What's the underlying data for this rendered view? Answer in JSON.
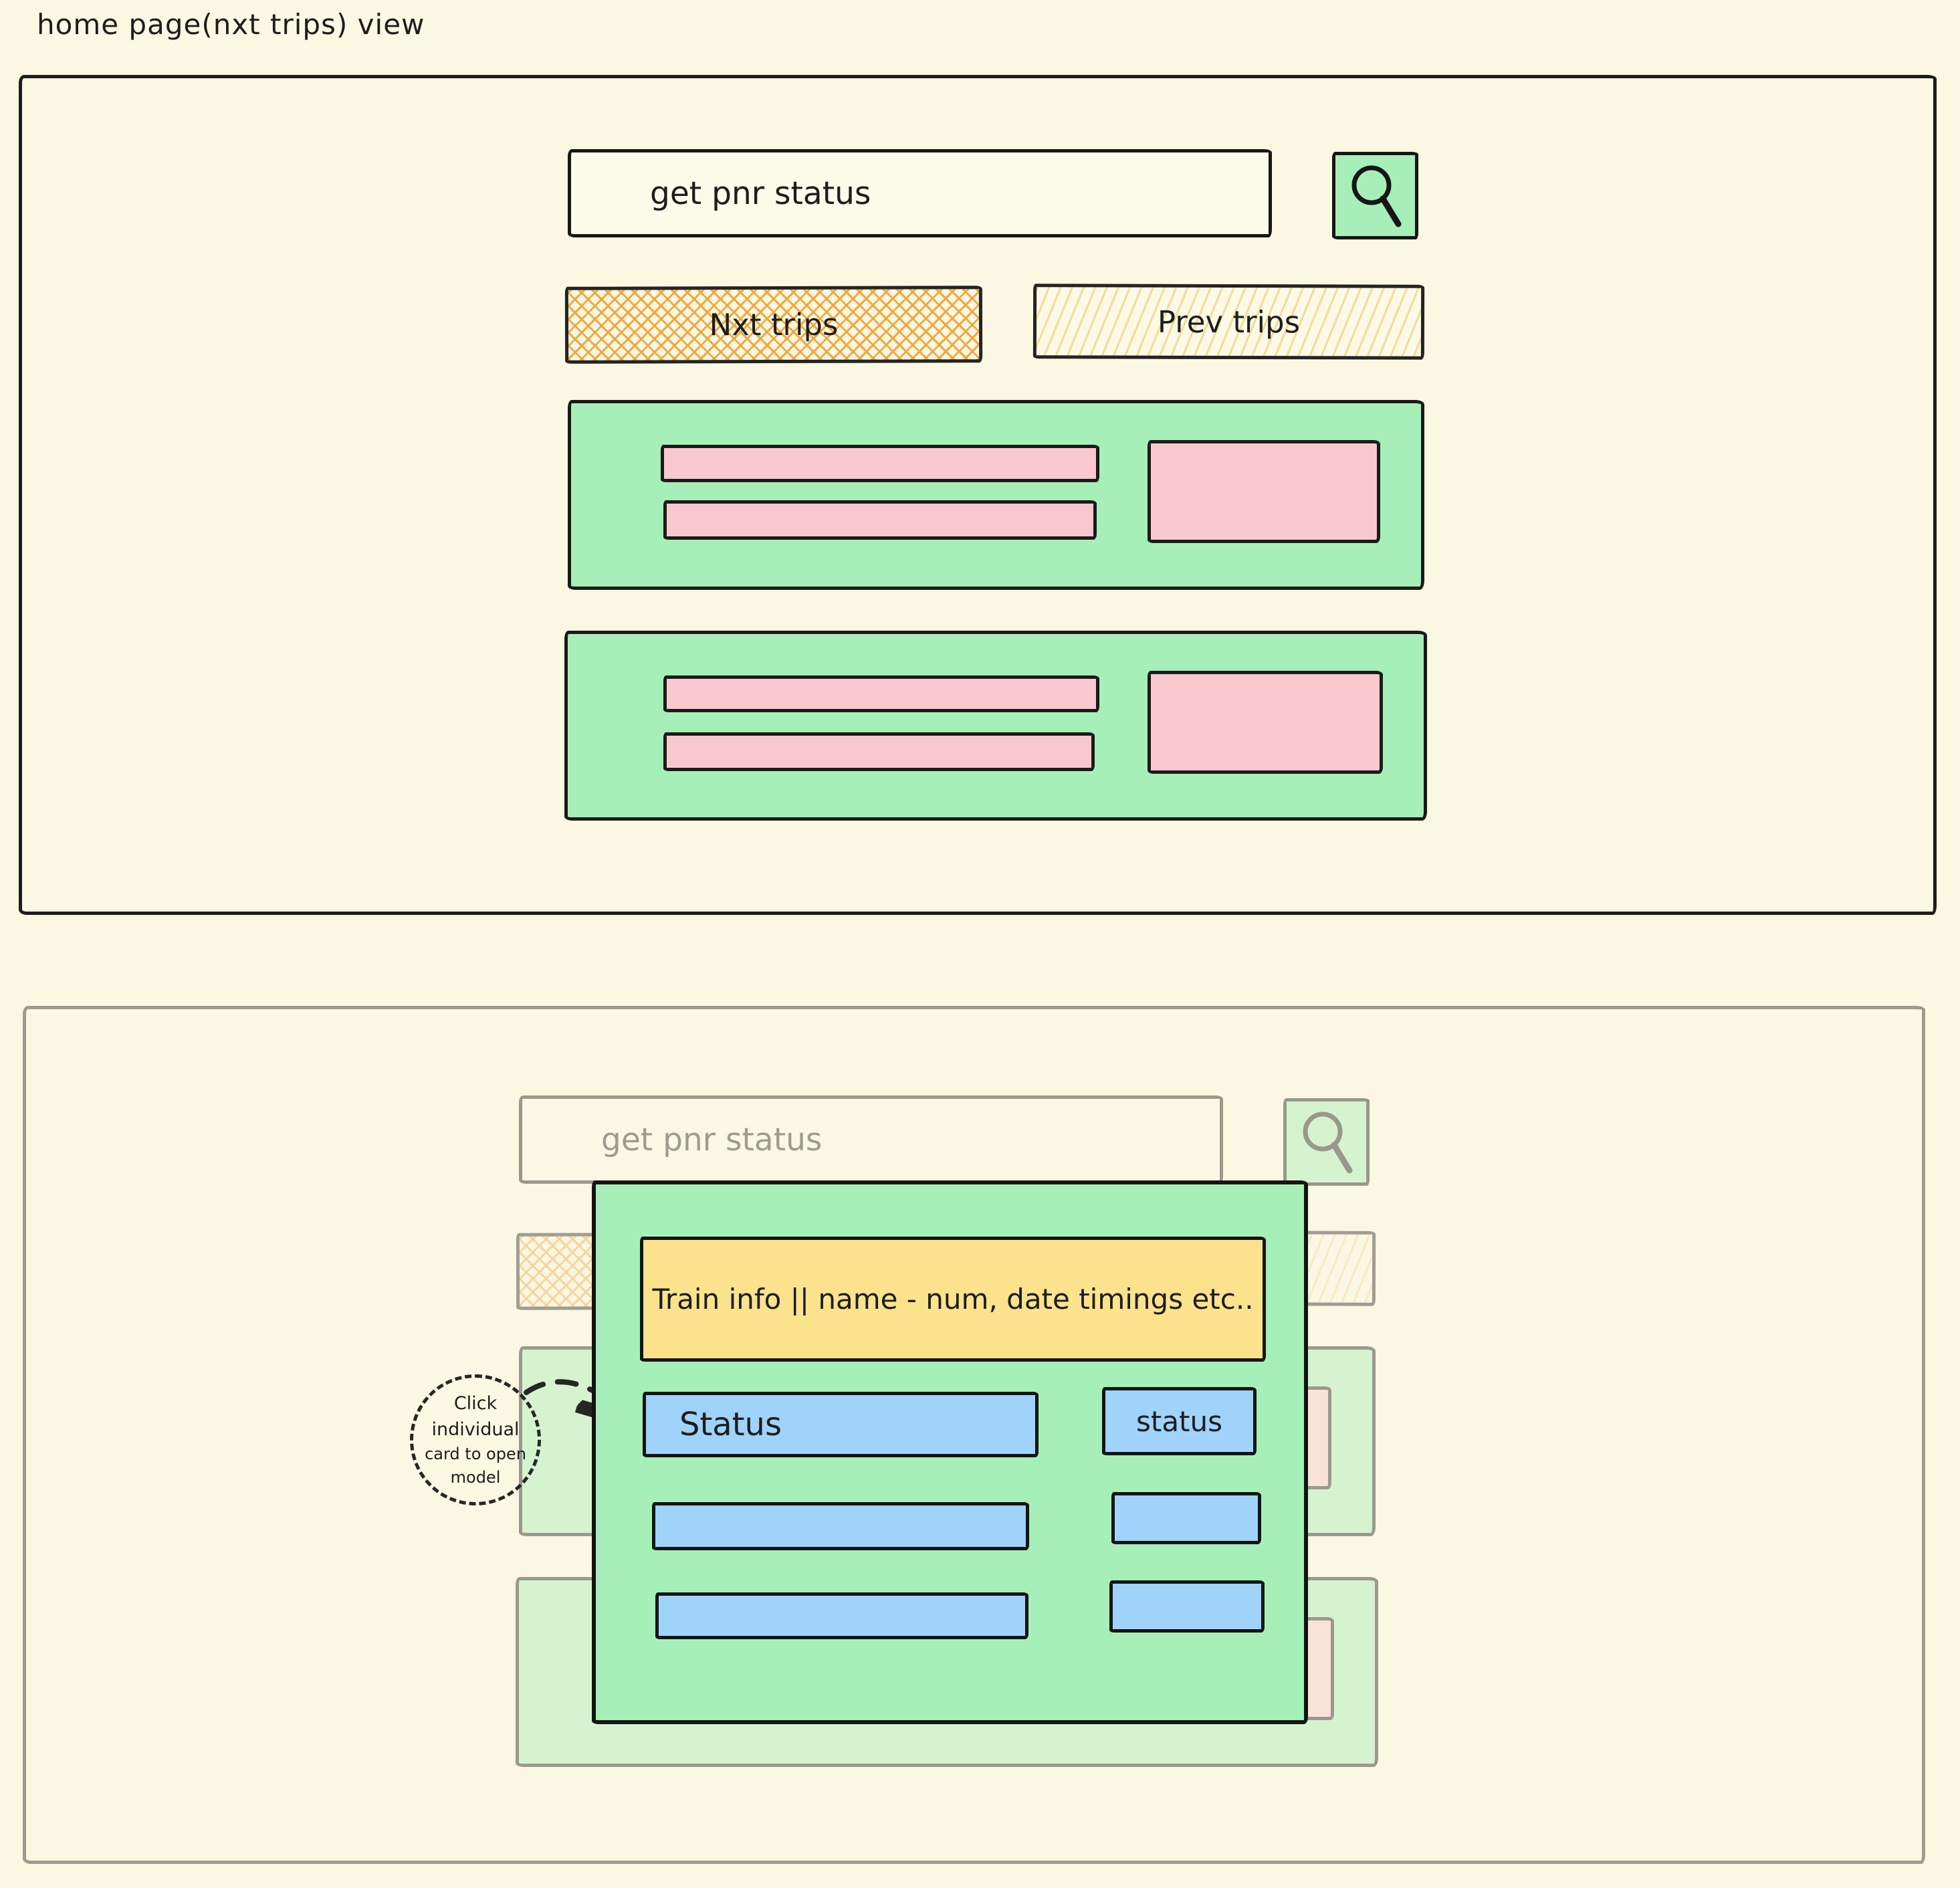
{
  "page": {
    "title": "home page(nxt trips) view"
  },
  "colors": {
    "background": "#FAF7E2",
    "ink": "#1D1D1D",
    "card_green": "#A7EFB8",
    "placeholder_pink": "#F9C8CE",
    "status_blue": "#9FD3F9",
    "header_yellow": "#FBE28C",
    "active_tab_hatch_orange": "#ECA63C",
    "inactive_tab_hatch_yellow": "#F2D98C"
  },
  "home_view": {
    "search": {
      "value": "get pnr status",
      "button_icon": "magnifier-icon"
    },
    "tabs": [
      {
        "label": "Nxt trips",
        "active": true
      },
      {
        "label": "Prev trips",
        "active": false
      }
    ],
    "trip_cards": [
      {
        "placeholder_lines": 2,
        "has_side_box": true
      },
      {
        "placeholder_lines": 2,
        "has_side_box": true
      }
    ]
  },
  "modal_view": {
    "search": {
      "value": "get pnr status"
    },
    "annotation": {
      "line1": "Click individual",
      "line2": "card to open model"
    },
    "modal": {
      "header": "Train info || name - num, date timings etc..",
      "rows": [
        {
          "primary": "Status",
          "secondary": "status"
        },
        {
          "primary": "",
          "secondary": ""
        },
        {
          "primary": "",
          "secondary": ""
        }
      ]
    }
  }
}
